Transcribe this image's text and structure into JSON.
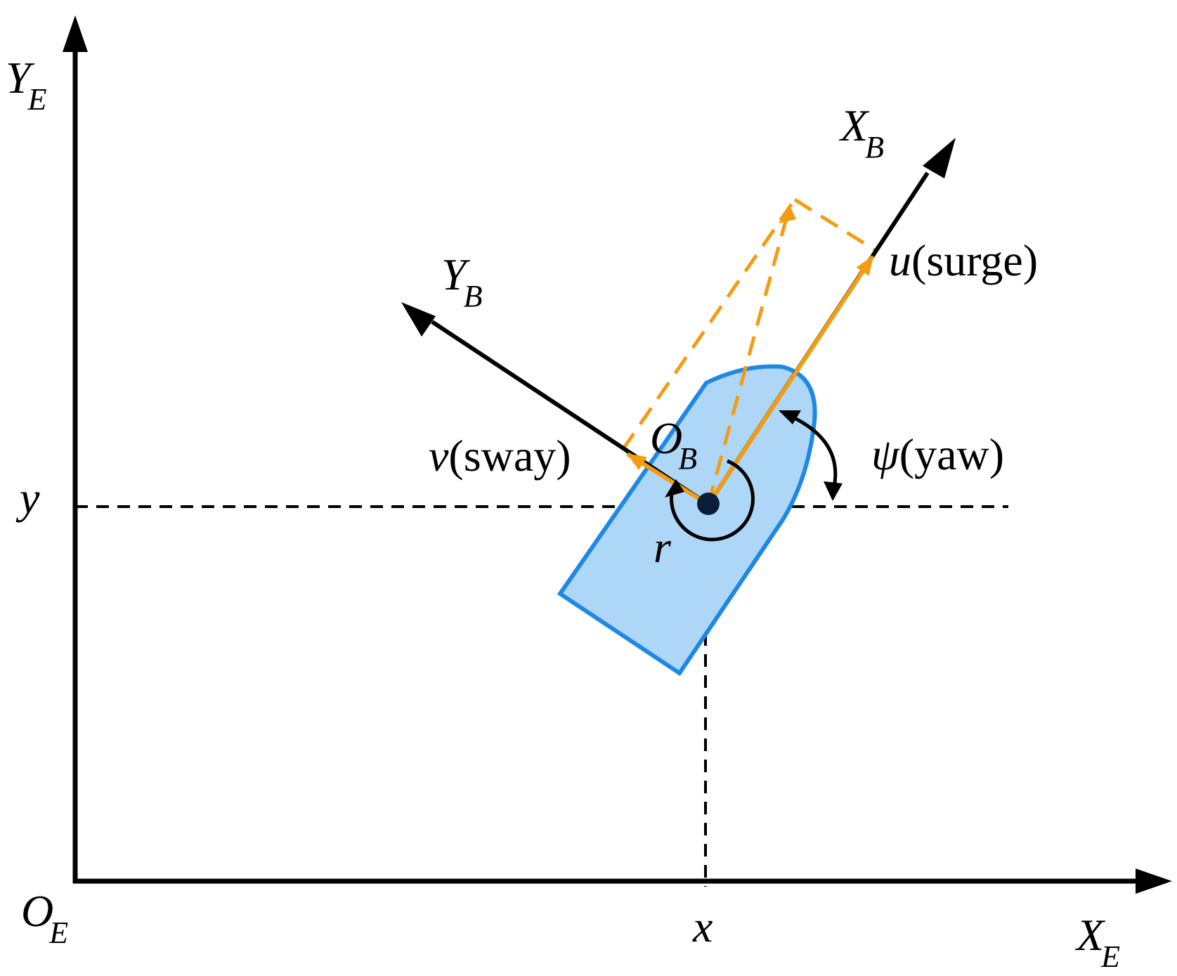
{
  "labels": {
    "ye": "Y",
    "ye_sub": "E",
    "xe": "X",
    "xe_sub": "E",
    "oe": "O",
    "oe_sub": "E",
    "y": "y",
    "x": "x",
    "xb": "X",
    "xb_sub": "B",
    "yb": "Y",
    "yb_sub": "B",
    "ob": "O",
    "ob_sub": "B",
    "u_sym": "u",
    "u_text": "(surge)",
    "v_sym": "v",
    "v_text": "(sway)",
    "psi_sym": "ψ",
    "psi_text": "(yaw)",
    "r": "r"
  },
  "colors": {
    "axis": "#000000",
    "velocity": "#f39c12",
    "hull_fill": "#aed6f7",
    "hull_stroke": "#1e88e5"
  }
}
